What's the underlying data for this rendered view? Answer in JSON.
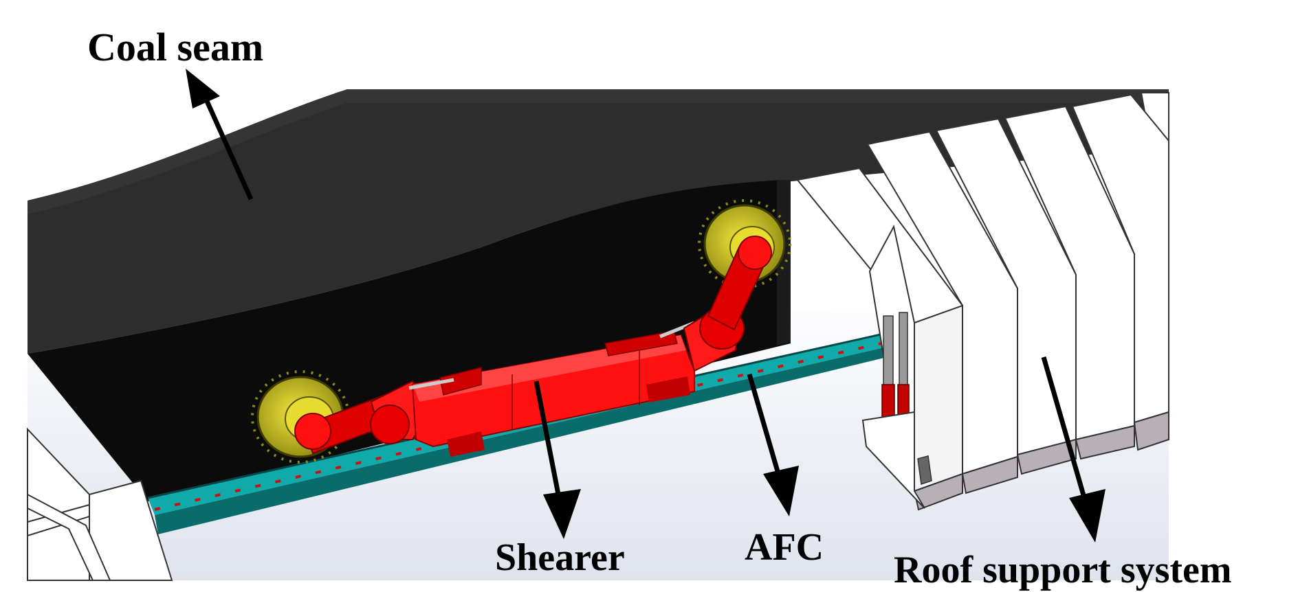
{
  "labels": {
    "coal_seam": "Coal seam",
    "shearer": "Shearer",
    "afc": "AFC",
    "roof_support_system": "Roof support system"
  },
  "colors": {
    "coal": "#2e2e2e",
    "cavity": "#0c0c0c",
    "floor": "#edeff5",
    "shearer_body": "#ff1111",
    "shearer_dark": "#c40000",
    "drum": "#8a8a14",
    "drum_face": "#e0d22c",
    "conveyor": "#11aaaa",
    "conveyor_dark": "#0a6b6b",
    "support": "#ffffff",
    "support_side": "#b9b0b7",
    "cylinder": "#9a9a9a",
    "arrow": "#000000"
  }
}
